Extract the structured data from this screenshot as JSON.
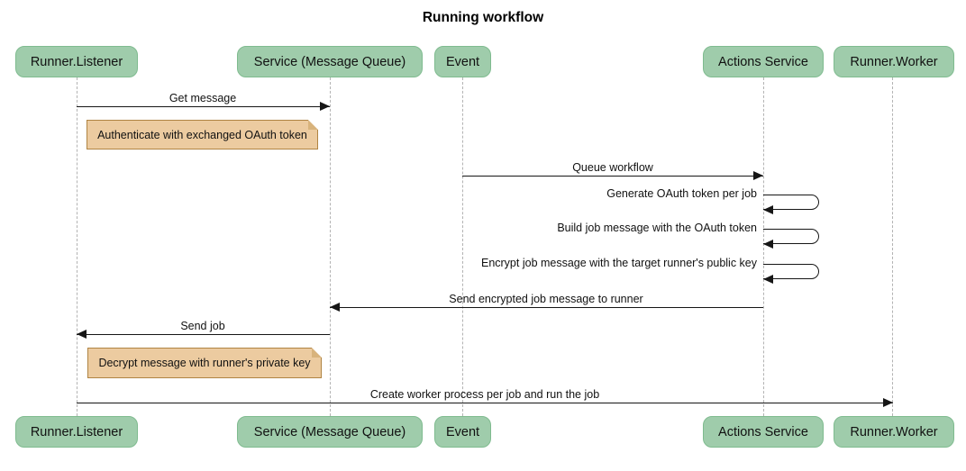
{
  "title": "Running workflow",
  "colors": {
    "actor_fill": "#9fccab",
    "actor_border": "#7fbb8f",
    "note_fill": "#eccba0",
    "note_border": "#b08443",
    "note_fold": "#d8b37c",
    "lifeline": "#b3b3b3",
    "arrow": "#161616",
    "page_bg": "#ffffff"
  },
  "actors": [
    {
      "id": "runner-listener",
      "label": "Runner.Listener"
    },
    {
      "id": "service-message-queue",
      "label": "Service (Message Queue)"
    },
    {
      "id": "event",
      "label": "Event"
    },
    {
      "id": "actions-service",
      "label": "Actions Service"
    },
    {
      "id": "runner-worker",
      "label": "Runner.Worker"
    }
  ],
  "messages": {
    "get_message": {
      "label": "Get message",
      "from": "Runner.Listener",
      "to": "Service (Message Queue)"
    },
    "queue_workflow": {
      "label": "Queue workflow",
      "from": "Event",
      "to": "Actions Service"
    },
    "generate_token": {
      "label": "Generate OAuth token per job",
      "from": "Actions Service",
      "to": "Actions Service"
    },
    "build_job_message": {
      "label": "Build job message with the OAuth token",
      "from": "Actions Service",
      "to": "Actions Service"
    },
    "encrypt_job_message": {
      "label": "Encrypt job message with the target runner's public key",
      "from": "Actions Service",
      "to": "Actions Service"
    },
    "send_encrypted": {
      "label": "Send encrypted job message to runner",
      "from": "Actions Service",
      "to": "Service (Message Queue)"
    },
    "send_job": {
      "label": "Send job",
      "from": "Service (Message Queue)",
      "to": "Runner.Listener"
    },
    "create_worker": {
      "label": "Create worker process per job and run the job",
      "from": "Runner.Listener",
      "to": "Runner.Worker"
    }
  },
  "notes": {
    "authenticate": {
      "label": "Authenticate with exchanged OAuth token",
      "over": "Runner.Listener"
    },
    "decrypt": {
      "label": "Decrypt message with runner's private key",
      "over": "Runner.Listener"
    }
  }
}
